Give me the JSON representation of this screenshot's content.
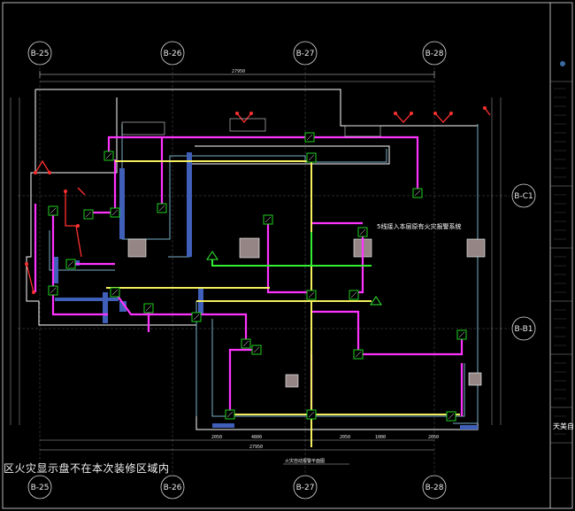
{
  "grid_axes": {
    "top": [
      "B-25",
      "B-26",
      "B-27",
      "B-28"
    ],
    "bottom": [
      "B-25",
      "B-26",
      "B-27",
      "B-28"
    ],
    "right": [
      "B-C1",
      "B-B1"
    ]
  },
  "dimensions": {
    "top_total": "27950",
    "bottom_total": "27950",
    "bottom_segments": [
      "2050",
      "4800",
      "2050",
      "1000",
      "2050"
    ]
  },
  "annotations": {
    "trunk_note": "5线接入本层原有火灾报警系统",
    "bottom_caption": "区火灾显示盘不在本次装修区域内",
    "legend_title": "火灾自动报警平面图"
  },
  "title_block": {
    "title": "天美自"
  },
  "colors": {
    "background": "#000000",
    "wall": "#ffffff",
    "magenta_line": "#ff33ff",
    "yellow_line": "#f5f060",
    "green_line": "#33ee33",
    "blue_hatch": "#4a70d8",
    "red_device": "#ff3030",
    "gray_fill": "#9a8a8a",
    "device_green": "#20d020"
  }
}
